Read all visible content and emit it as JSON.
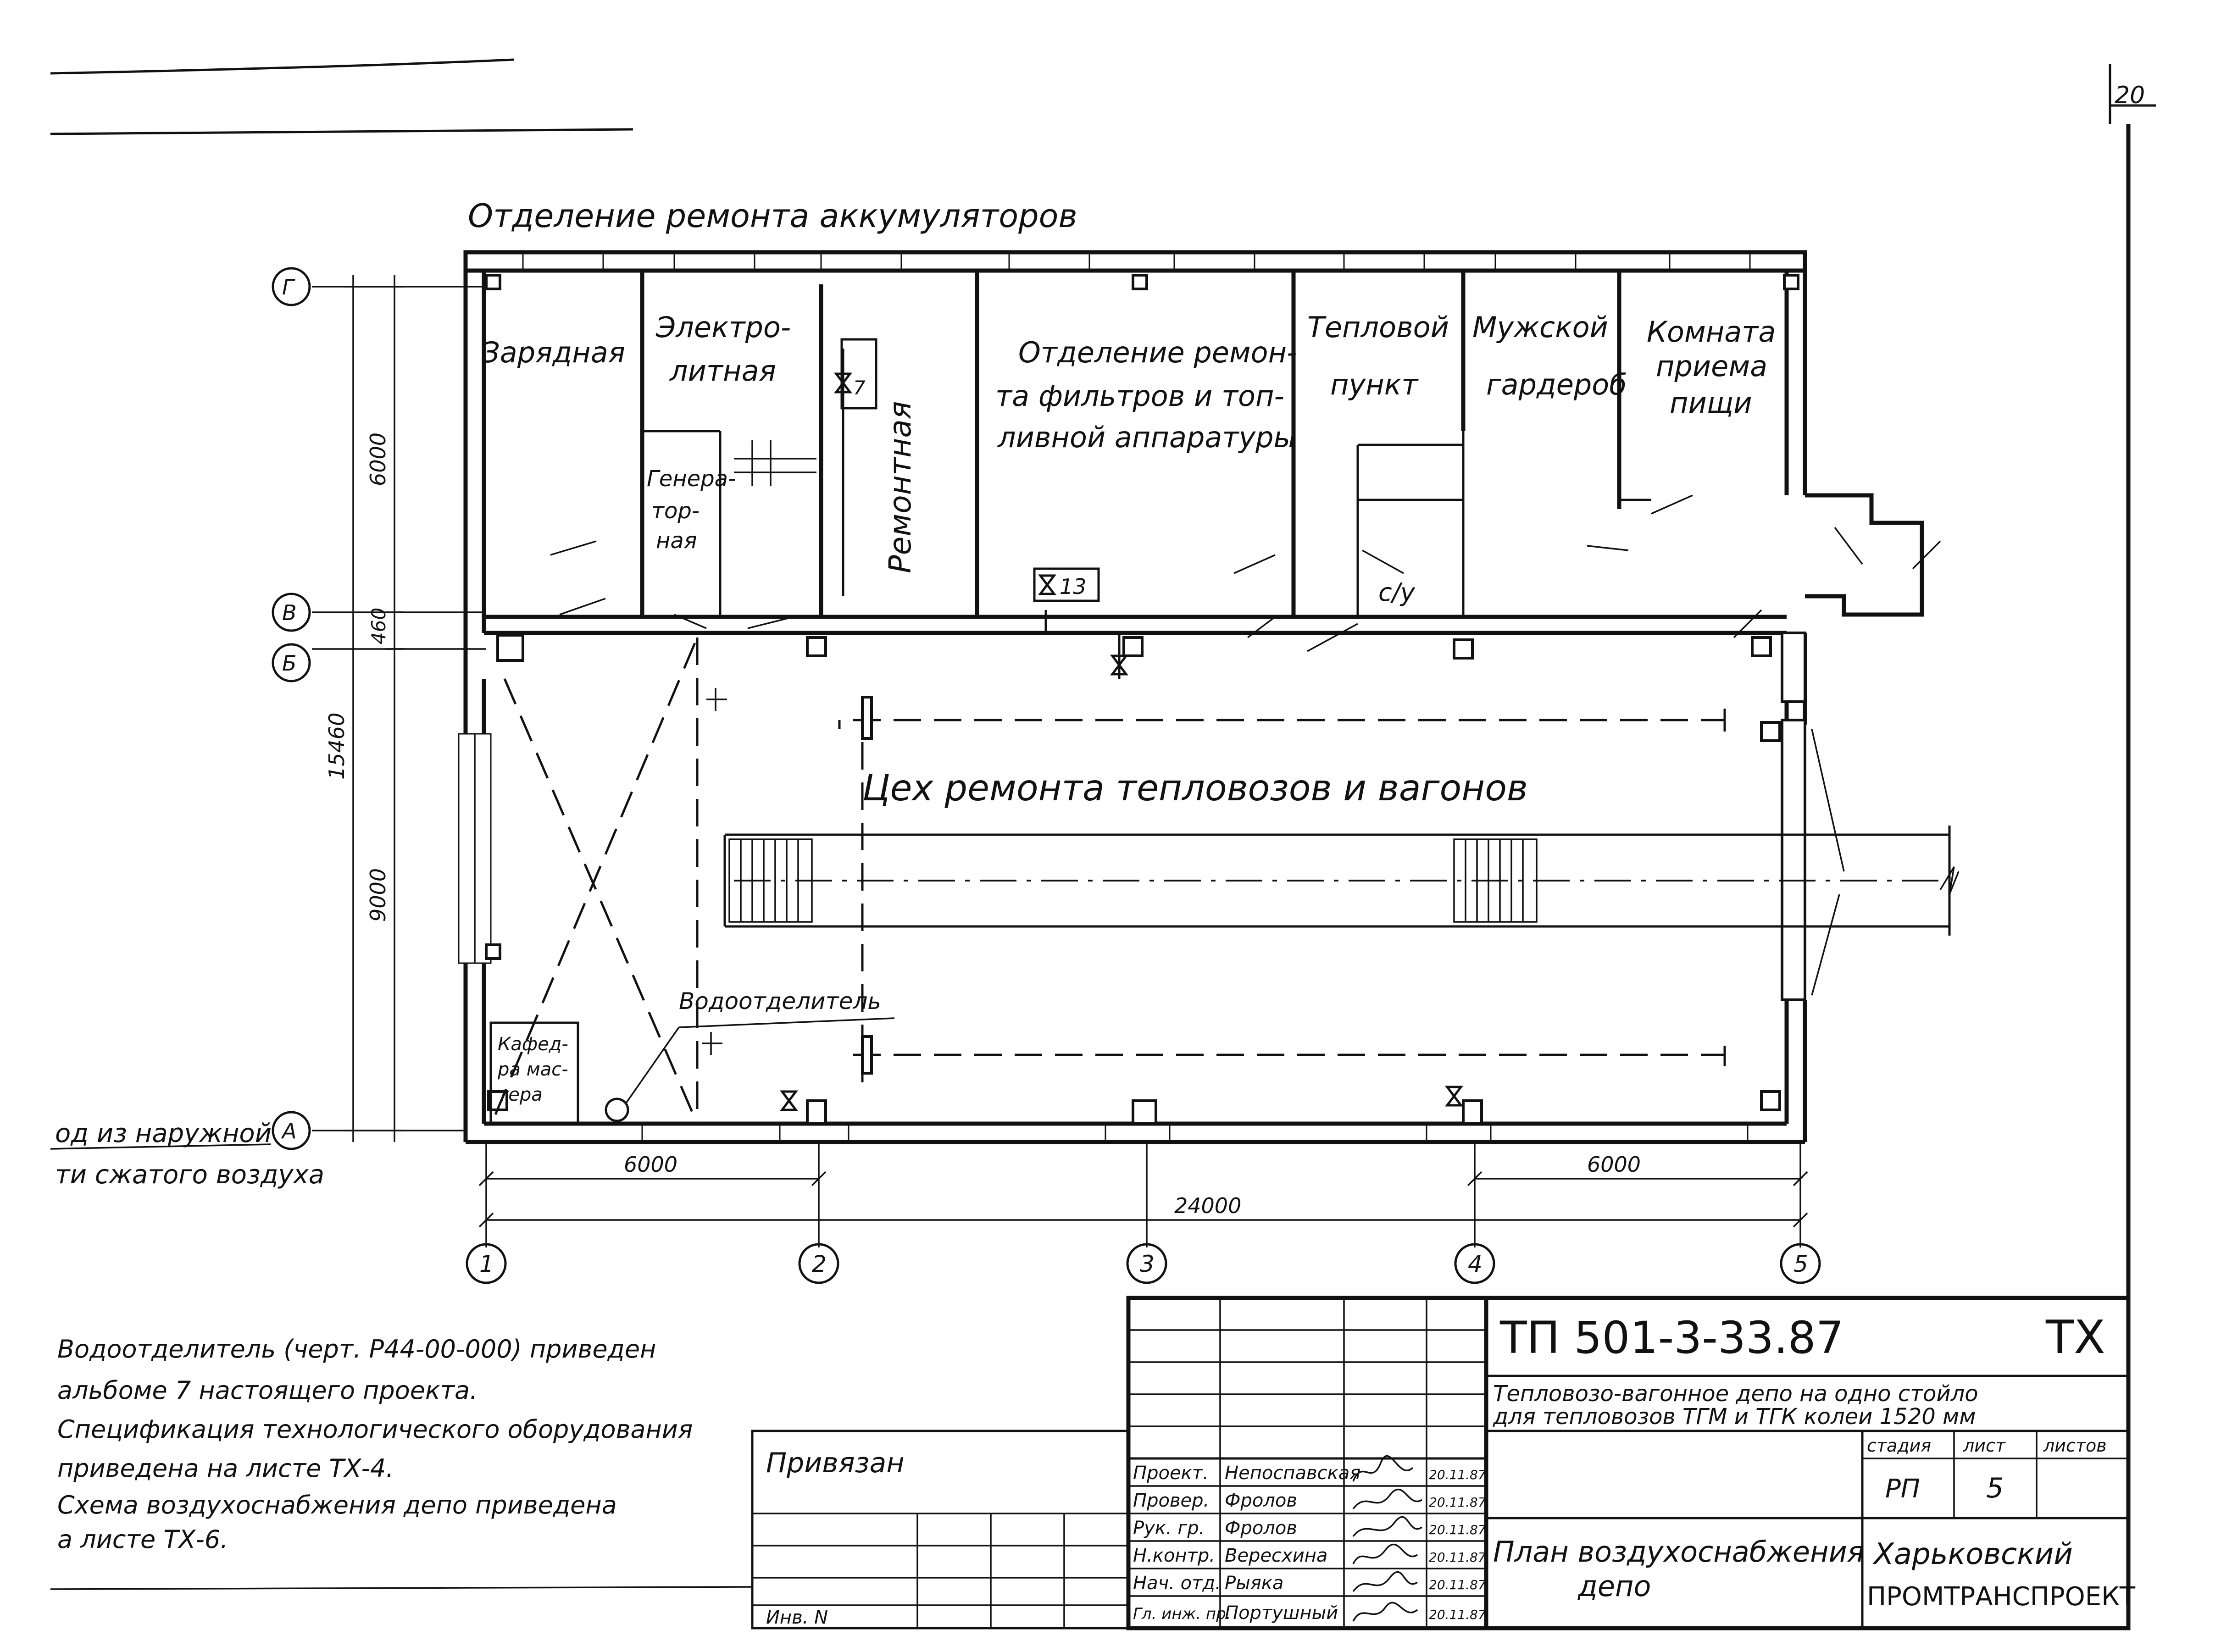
{
  "sheet_number": "20",
  "title_top": "Отделение ремонта аккумуляторов",
  "rooms": {
    "charging": "Зарядная",
    "electrolyte_1": "Электро-",
    "electrolyte_2": "литная",
    "generator_1": "Генера-",
    "generator_2": "тор-",
    "generator_3": "ная",
    "repair": "Ремонтная",
    "filters_1": "Отделение ремон-",
    "filters_2": "та фильтров и топ-",
    "filters_3": "ливной аппаратуры",
    "heat_1": "Тепловой",
    "heat_2": "пункт",
    "men_1": "Мужской",
    "men_2": "гардероб",
    "meal_1": "Комната",
    "meal_2": "приема",
    "meal_3": "пищи",
    "wc": "с/у",
    "workshop": "Цех ремонта тепловозов и вагонов",
    "master_1": "Кафед-",
    "master_2": "ра мас-",
    "master_3": "тера"
  },
  "equipment": {
    "water_separator": "Водоотделитель",
    "tag_7": "7",
    "tag_13": "13"
  },
  "inlet": {
    "line1": "од из наружной",
    "line2": "ти сжатого воздуха"
  },
  "axes": {
    "rows": [
      "Г",
      "В",
      "Б",
      "А"
    ],
    "cols": [
      "1",
      "2",
      "3",
      "4",
      "5"
    ]
  },
  "dimensions": {
    "v_6000": "6000",
    "v_460": "460",
    "v_9000": "9000",
    "v_15460": "15460",
    "h_6000_left": "6000",
    "h_6000_right": "6000",
    "h_24000": "24000"
  },
  "notes": [
    "Водоотделитель (черт. Р44-00-000) приведен",
    "альбоме 7 настоящего проекта.",
    "Спецификация технологического оборудования",
    "приведена на листе ТХ-4.",
    "Схема воздухоснабжения депо приведена",
    "а листе ТХ-6."
  ],
  "title_block": {
    "code": "ТП  501-3-33.87",
    "mark": "ТХ",
    "project_title_1": "Тепловозо-вагонное депо на одно стойло",
    "project_title_2": "для тепловозов ТГМ и ТГК колеи 1520 мм",
    "sheet_title_1": "План воздухоснабжения",
    "sheet_title_2": "депо",
    "stage_label": "стадия",
    "sheet_label": "лист",
    "sheets_label": "листов",
    "stage_value": "РП",
    "sheet_value": "5",
    "org_1": "Харьковский",
    "org_2": "ПРОМТРАНСПРОЕКТ",
    "tied_label": "Привязан",
    "inv_label": "Инв. N",
    "staff": [
      {
        "role": "Проект.",
        "name": "Непоспавская",
        "date": "20.11.87"
      },
      {
        "role": "Провер.",
        "name": "Фролов",
        "date": "20.11.87"
      },
      {
        "role": "Рук. гр.",
        "name": "Фролов",
        "date": "20.11.87"
      },
      {
        "role": "Н.контр.",
        "name": "Вересхина",
        "date": "20.11.87"
      },
      {
        "role": "Нач. отд.",
        "name": "Рыяка",
        "date": "20.11.87"
      },
      {
        "role": "Гл. инж. пр.",
        "name": "Портушный",
        "date": "20.11.87"
      }
    ]
  }
}
